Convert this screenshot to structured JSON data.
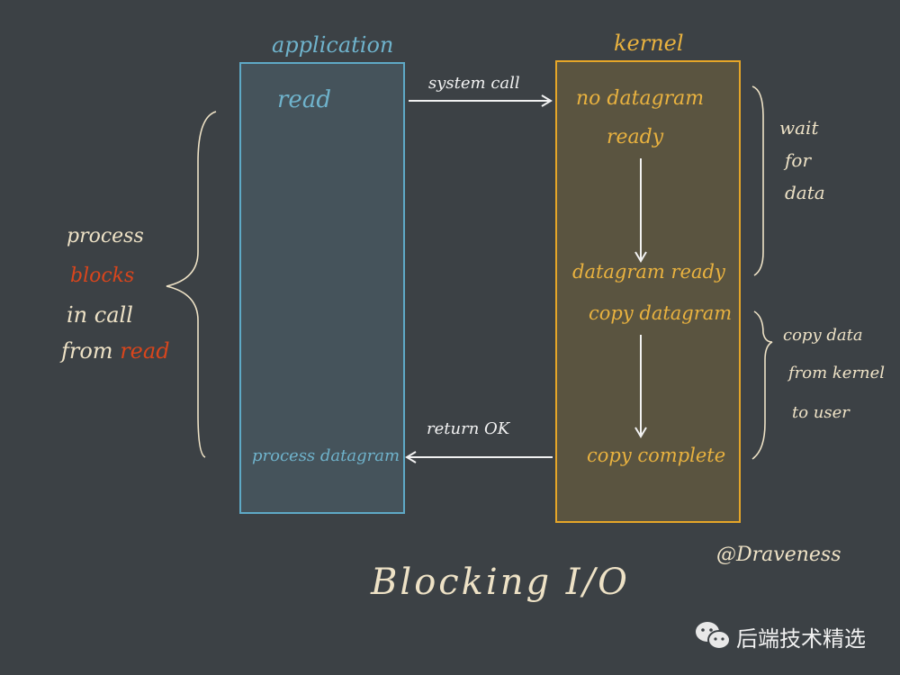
{
  "application": {
    "title": "application",
    "read": "read",
    "process": "process datagram"
  },
  "kernel": {
    "title": "kernel",
    "no_datagram": "no datagram",
    "ready": "ready",
    "datagram_ready": "datagram ready",
    "copy_datagram": "copy datagram",
    "copy_complete": "copy complete"
  },
  "arrows": {
    "system_call": "system call",
    "return_ok": "return OK"
  },
  "annotations": {
    "wait": [
      "wait",
      "for",
      "data"
    ],
    "copy": [
      "copy data",
      "from kernel",
      "to user"
    ],
    "left": {
      "l1": "process",
      "l2": "blocks",
      "l3": "in call",
      "l4a": "from ",
      "l4b": "read"
    }
  },
  "title": "Blocking I/O",
  "signature": "@Draveness",
  "watermark": "后端技术精选",
  "colors": {
    "background": "#3c4145",
    "app": "#6fb3cc",
    "kernel": "#e9b23f",
    "accent": "#d9451c"
  }
}
